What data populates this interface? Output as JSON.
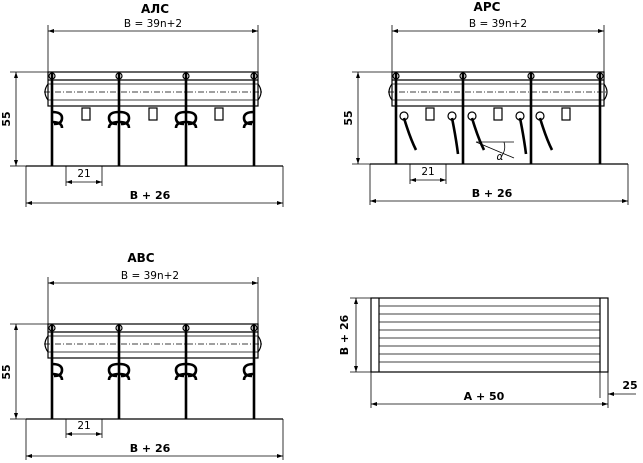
{
  "views": [
    {
      "id": "alc",
      "title": "АЛС",
      "width_label": "B = 39n+2",
      "height_label": "55",
      "pitch_label": "21",
      "base_label": "B + 26"
    },
    {
      "id": "arc",
      "title": "АРС",
      "width_label": "B = 39n+2",
      "height_label": "55",
      "pitch_label": "21",
      "base_label": "B + 26",
      "angle_label": "α"
    },
    {
      "id": "abc",
      "title": "АВС",
      "width_label": "B = 39n+2",
      "height_label": "55",
      "pitch_label": "21",
      "base_label": "B + 26"
    }
  ],
  "front": {
    "height_label": "B + 26",
    "width_label": "A + 50",
    "flange_label": "25"
  }
}
